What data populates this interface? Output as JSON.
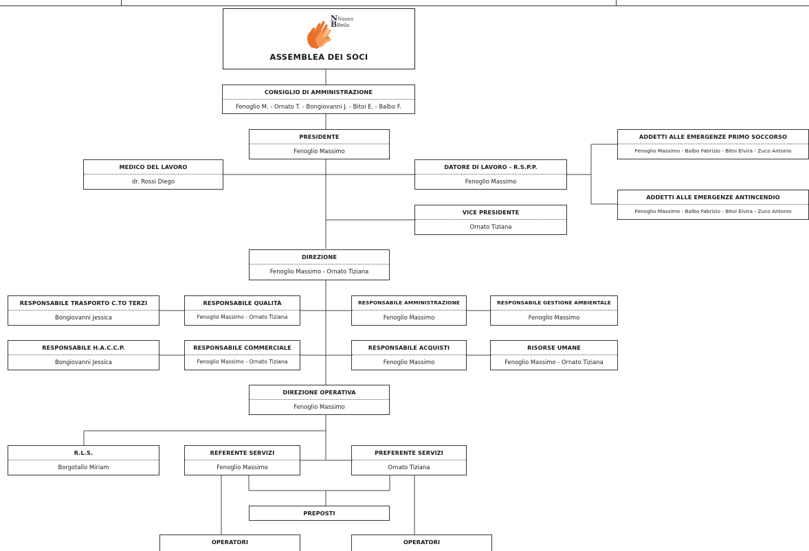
{
  "header": {
    "title": "ASSEMBLEA DEI SOCI",
    "logo_text": [
      "Nuovo",
      "Beila"
    ]
  },
  "nodes": {
    "consiglio": {
      "title": "CONSIGLIO DI AMMINISTRAZIONE",
      "names": "Fenoglio M. - Ornato T. - Bongiovanni J. - Bitoi E. - Balbo F."
    },
    "presidente": {
      "title": "PRESIDENTE",
      "names": "Fenoglio Massimo"
    },
    "medico": {
      "title": "MEDICO DEL LAVORO",
      "names": "dr. Rossi Diego"
    },
    "datore": {
      "title": "DATORE DI LAVORO - R.S.P.P.",
      "names": "Fenoglio Massimo"
    },
    "primo_soccorso": {
      "title": "ADDETTI ALLE EMERGENZE PRIMO SOCCORSO",
      "names": "Fenoglio Massimo - Balbo Fabrizio - Bitoi Elvira - Zuco Antonio"
    },
    "antincendio": {
      "title": "ADDETTI ALLE EMERGENZE ANTINCENDIO",
      "names": "Fenoglio Massimo - Balbo Fabrizio - Bitoi Elvira - Zuco Antonio"
    },
    "vice": {
      "title": "VICE PRESIDENTE",
      "names": "Ornato Tiziana"
    },
    "direzione": {
      "title": "DIREZIONE",
      "names": "Fenoglio Massimo - Ornato Tiziana"
    },
    "trasporto": {
      "title": "RESPONSABILE TRASPORTO C.TO TERZI",
      "names": "Bongiovanni Jessica"
    },
    "qualita": {
      "title": "RESPONSABILE QUALITÁ",
      "names": "Fenoglio Massimo - Ornato Tiziana"
    },
    "amministrazione": {
      "title": "RESPONSABILE AMMINISTRAZIONE",
      "names": "Fenoglio Massimo"
    },
    "ambientale": {
      "title": "RESPONSABILE GESTIONE AMBIENTALE",
      "names": "Fenoglio Massimo"
    },
    "haccp": {
      "title": "RESPONSABILE H.A.C.C.P.",
      "names": "Bongiovanni Jessica"
    },
    "commerciale": {
      "title": "RESPONSABILE COMMERCIALE",
      "names": "Fenoglio Massimo - Ornato Tiziana"
    },
    "acquisti": {
      "title": "RESPONSABILE ACQUISTI",
      "names": "Fenoglio Massimo"
    },
    "risorse": {
      "title": "RISORSE UMANE",
      "names": "Fenoglio Massimo - Ornato Tiziana"
    },
    "dir_operativa": {
      "title": "DIREZIONE OPERATIVA",
      "names": "Fenoglio Massimo"
    },
    "rls": {
      "title": "R.L.S.",
      "names": "Borgotallo Miriam"
    },
    "referente": {
      "title": "REFERENTE SERVIZI",
      "names": "Fenoglio Massimo"
    },
    "preferente": {
      "title": "PREFERENTE SERVIZI",
      "names": "Ornato Tiziana"
    },
    "preposti": {
      "title": "PREPOSTI"
    },
    "operatori_1": {
      "title": "OPERATORI"
    },
    "operatori_2": {
      "title": "OPERATORI"
    }
  }
}
